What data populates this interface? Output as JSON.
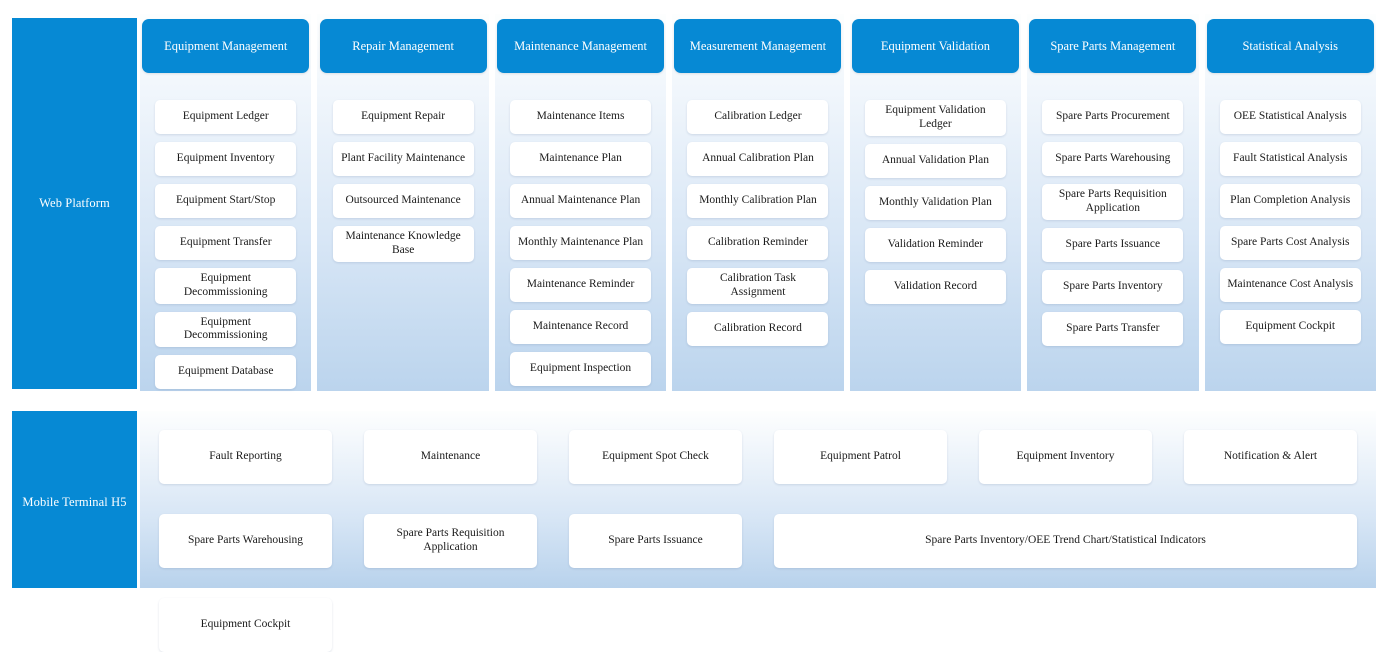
{
  "accent_color": "#0689d4",
  "card_color": "#ffffff",
  "panel_gradient_top": "#fdfefe",
  "panel_gradient_bottom": "#bbd4ed",
  "rails": {
    "web": "Web Platform",
    "mobile": "Mobile Terminal H5"
  },
  "web_columns": [
    {
      "title": "Equipment Management",
      "items": [
        "Equipment Ledger",
        "Equipment Inventory",
        "Equipment Start/Stop",
        "Equipment Transfer",
        "Equipment Decommissioning",
        "Equipment Decommissioning",
        "Equipment Database"
      ]
    },
    {
      "title": "Repair Management",
      "items": [
        "Equipment Repair",
        "Plant Facility Maintenance",
        "Outsourced Maintenance",
        "Maintenance Knowledge Base"
      ]
    },
    {
      "title": "Maintenance Management",
      "items": [
        "Maintenance Items",
        "Maintenance Plan",
        "Annual Maintenance Plan",
        "Monthly Maintenance Plan",
        "Maintenance Reminder",
        "Maintenance Record",
        "Equipment Inspection"
      ]
    },
    {
      "title": "Measurement Management",
      "items": [
        "Calibration Ledger",
        "Annual Calibration Plan",
        "Monthly Calibration Plan",
        "Calibration Reminder",
        "Calibration Task Assignment",
        "Calibration Record"
      ]
    },
    {
      "title": "Equipment Validation",
      "items": [
        "Equipment Validation Ledger",
        "Annual Validation Plan",
        "Monthly Validation Plan",
        "Validation Reminder",
        "Validation Record"
      ]
    },
    {
      "title": "Spare Parts Management",
      "items": [
        "Spare Parts Procurement",
        "Spare Parts Warehousing",
        "Spare Parts Requisition Application",
        "Spare Parts Issuance",
        "Spare Parts Inventory",
        "Spare Parts Transfer"
      ]
    },
    {
      "title": "Statistical Analysis",
      "items": [
        "OEE Statistical Analysis",
        "Fault Statistical Analysis",
        "Plan Completion Analysis",
        "Spare Parts Cost Analysis",
        "Maintenance Cost Analysis",
        "Equipment Cockpit"
      ]
    }
  ],
  "mobile_cards": [
    {
      "label": "Fault Reporting",
      "span": 1
    },
    {
      "label": "Maintenance",
      "span": 1
    },
    {
      "label": "Equipment Spot Check",
      "span": 1
    },
    {
      "label": "Equipment Patrol",
      "span": 1
    },
    {
      "label": "Equipment Inventory",
      "span": 1
    },
    {
      "label": "Notification & Alert",
      "span": 1
    },
    {
      "label": "Spare Parts Warehousing",
      "span": 1
    },
    {
      "label": "Spare Parts Requisition Application",
      "span": 1
    },
    {
      "label": "Spare Parts Issuance",
      "span": 1
    },
    {
      "label": "Spare Parts Inventory/OEE Trend Chart/Statistical Indicators",
      "span": 3
    },
    {
      "label": "Equipment Cockpit",
      "span": 1
    }
  ]
}
